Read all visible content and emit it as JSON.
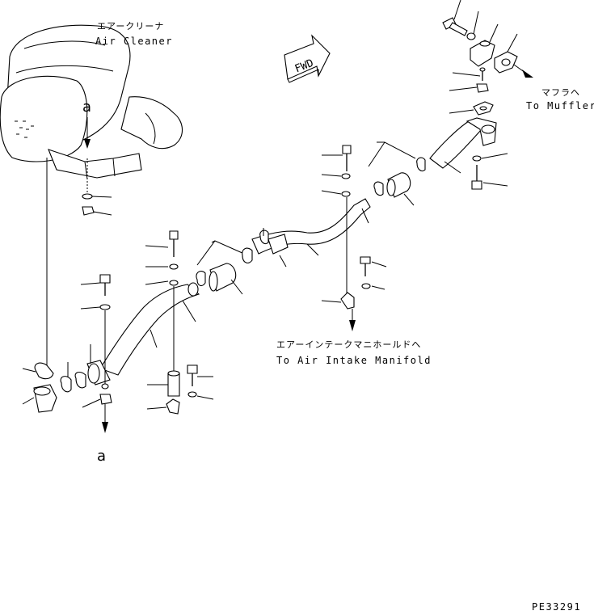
{
  "labels": {
    "air_cleaner_jp": "エアークリーナ",
    "air_cleaner_en": "Air Cleaner",
    "fwd": "FWD",
    "muffler_jp": "マフラヘ",
    "muffler_en": "To Muffler",
    "intake_jp": "エアーインテークマニホールドへ",
    "intake_en": "To Air Intake Manifold",
    "ref_a_top": "a",
    "ref_a_bottom": "a",
    "drawing_no": "PE33291"
  }
}
